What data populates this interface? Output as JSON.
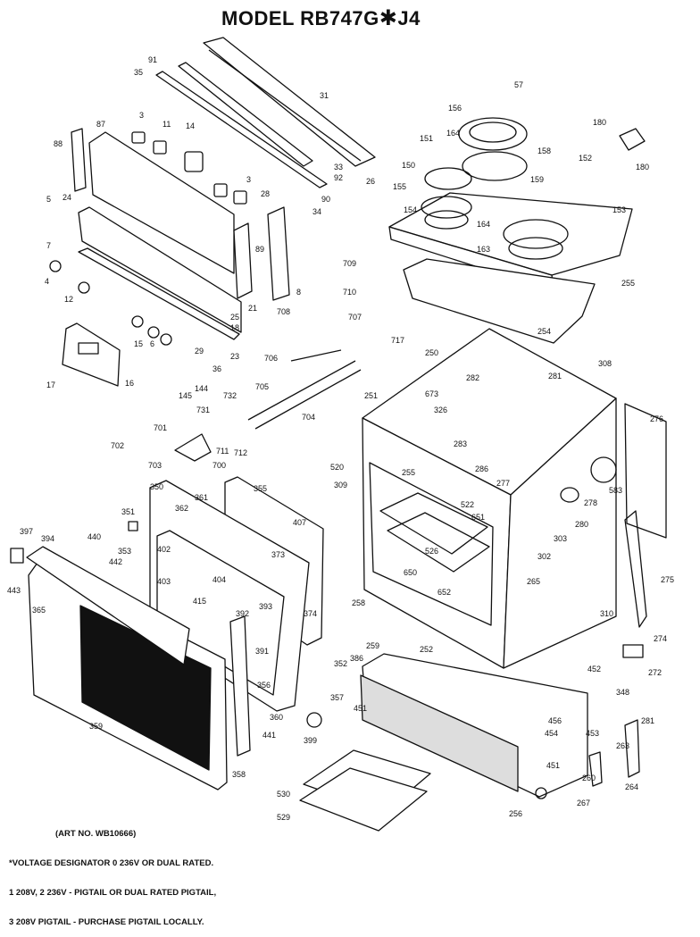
{
  "title": {
    "prefix": "MODEL RB747G",
    "star": "✱",
    "suffix": "J4"
  },
  "notes": {
    "art_no": "(ART NO. WB10666)",
    "line1": "*VOLTAGE DESIGNATOR 0 236V OR DUAL RATED.",
    "line2": "1  208V, 2 236V - PIGTAIL OR DUAL RATED PIGTAIL,",
    "line3": "3  208V  PIGTAIL - PURCHASE PIGTAIL LOCALLY."
  },
  "part_labels": {
    "p91": "91",
    "p35": "35",
    "p31": "31",
    "p57": "57",
    "p156": "156",
    "p3a": "3",
    "p87": "87",
    "p11": "11",
    "p14": "14",
    "p88": "88",
    "p151": "151",
    "p164a": "164",
    "p158": "158",
    "p152": "152",
    "p180a": "180",
    "p180b": "180",
    "p33": "33",
    "p92": "92",
    "p150": "150",
    "p155": "155",
    "p26": "26",
    "p159": "159",
    "p153": "153",
    "p3b": "3",
    "p28": "28",
    "p90": "90",
    "p34": "34",
    "p5": "5",
    "p24": "24",
    "p154": "154",
    "p164b": "164",
    "p163": "163",
    "p7": "7",
    "p89": "89",
    "p709": "709",
    "p255a": "255",
    "p4": "4",
    "p12": "12",
    "p8": "8",
    "p710": "710",
    "p21": "21",
    "p25": "25",
    "p18": "18",
    "p708": "708",
    "p707": "707",
    "p254": "254",
    "p15": "15",
    "p6": "6",
    "p29": "29",
    "p23": "23",
    "p36": "36",
    "p717": "717",
    "p250": "250",
    "p706": "706",
    "p281": "281",
    "p308": "308",
    "p16": "16",
    "p17": "17",
    "p145": "145",
    "p144": "144",
    "p705": "705",
    "p732": "732",
    "p251": "251",
    "p673": "673",
    "p282": "282",
    "p276": "276",
    "p731": "731",
    "p704": "704",
    "p326": "326",
    "p283": "283",
    "p701": "701",
    "p711": "711",
    "p712": "712",
    "p702": "702",
    "p703": "703",
    "p700": "700",
    "p286": "286",
    "p520": "520",
    "p255b": "255",
    "p277": "277",
    "p583": "583",
    "p309": "309",
    "p350": "350",
    "p361": "361",
    "p355": "355",
    "p522": "522",
    "p278": "278",
    "p351": "351",
    "p362": "362",
    "p407": "407",
    "p651": "651",
    "p280": "280",
    "p397": "397",
    "p394": "394",
    "p440": "440",
    "p353": "353",
    "p402": "402",
    "p373": "373",
    "p303": "303",
    "p302": "302",
    "p442": "442",
    "p526": "526",
    "p650": "650",
    "p275": "275",
    "p443": "443",
    "p403": "403",
    "p404": "404",
    "p415": "415",
    "p652": "652",
    "p265": "265",
    "p258": "258",
    "p365": "365",
    "p374": "374",
    "p310": "310",
    "p392": "392",
    "p393": "393",
    "p259": "259",
    "p252": "252",
    "p274": "274",
    "p391": "391",
    "p352": "352",
    "p386": "386",
    "p272": "272",
    "p356": "356",
    "p357": "357",
    "p452": "452",
    "p348": "348",
    "p451a": "451",
    "p360": "360",
    "p281b": "281",
    "p359": "359",
    "p441": "441",
    "p456": "456",
    "p453": "453",
    "p399": "399",
    "p454": "454",
    "p263": "263",
    "p451b": "451",
    "p358": "358",
    "p260": "260",
    "p264": "264",
    "p530": "530",
    "p529": "529",
    "p256": "256",
    "p267": "267"
  }
}
